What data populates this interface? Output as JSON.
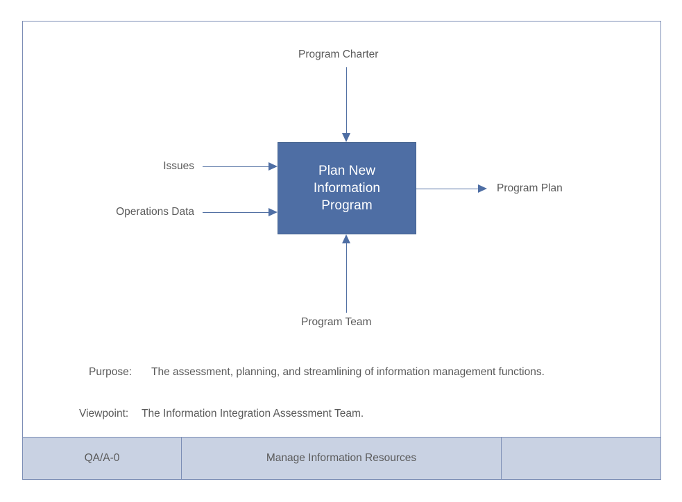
{
  "diagram": {
    "type": "IDEF0 context diagram",
    "activity": {
      "label": "Plan New\nInformation\nProgram"
    },
    "arrows": {
      "control_top": {
        "label": "Program Charter",
        "direction": "down"
      },
      "input_upper": {
        "label": "Issues",
        "direction": "right"
      },
      "input_lower": {
        "label": "Operations Data",
        "direction": "right"
      },
      "output_right": {
        "label": "Program Plan",
        "direction": "right"
      },
      "mechanism_bottom": {
        "label": "Program Team",
        "direction": "up"
      }
    },
    "notes": [
      {
        "key": "Purpose:",
        "value": "The assessment, planning, and streamlining of information management functions."
      },
      {
        "key": "Viewpoint:",
        "value": "The Information Integration Assessment Team."
      }
    ],
    "footer": {
      "node": "QA/A-0",
      "title": "Manage Information Resources",
      "number": ""
    },
    "colors": {
      "box_fill": "#4E6EA4",
      "box_text": "#FFFFFF",
      "arrow": "#4E6EA4",
      "frame_border": "#7B8DB5",
      "footer_fill": "#C9D2E3",
      "label_text": "#5A5A5A"
    }
  }
}
